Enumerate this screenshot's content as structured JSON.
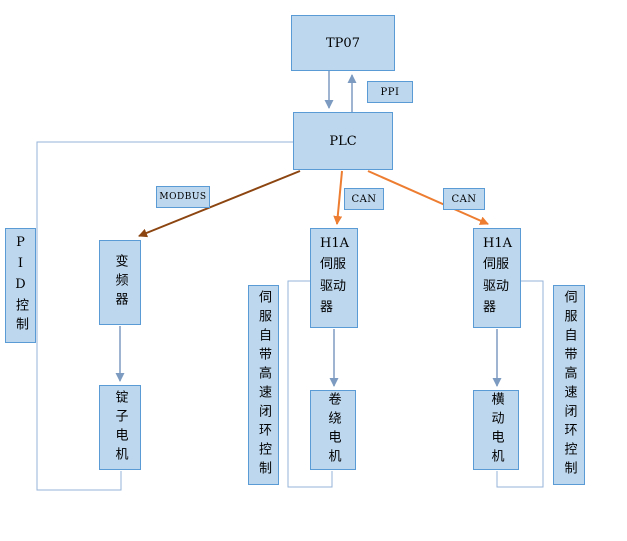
{
  "diagram": {
    "nodes": {
      "tp07": {
        "label": "TP07"
      },
      "plc": {
        "label": "PLC"
      },
      "ppi": {
        "label": "PPI"
      },
      "modbus": {
        "label": "MODBUS"
      },
      "can_left": {
        "label": "CAN"
      },
      "can_right": {
        "label": "CAN"
      },
      "pid_control": {
        "label": "PID控制"
      },
      "inverter": {
        "label": "变频器"
      },
      "servo_driver_left": {
        "label": "H1A\n伺服\n驱动\n器"
      },
      "servo_driver_right": {
        "label": "H1A\n伺服\n驱动\n器"
      },
      "servo_note_left": {
        "label": "伺服自带高速闭环控制"
      },
      "servo_note_right": {
        "label": "伺服自带高速闭环控制"
      },
      "spindle_motor": {
        "label": "锭子电机"
      },
      "winding_motor": {
        "label": "卷绕电机"
      },
      "traverse_motor": {
        "label": "横动电机"
      }
    },
    "colors": {
      "box_fill": "#BDD7EE",
      "box_border": "#5B9BD5",
      "arrow_blue": "#7D9BC0",
      "arrow_orange": "#ED7D31",
      "arrow_brown": "#8C4510",
      "loop_line": "#95B3D7"
    }
  }
}
